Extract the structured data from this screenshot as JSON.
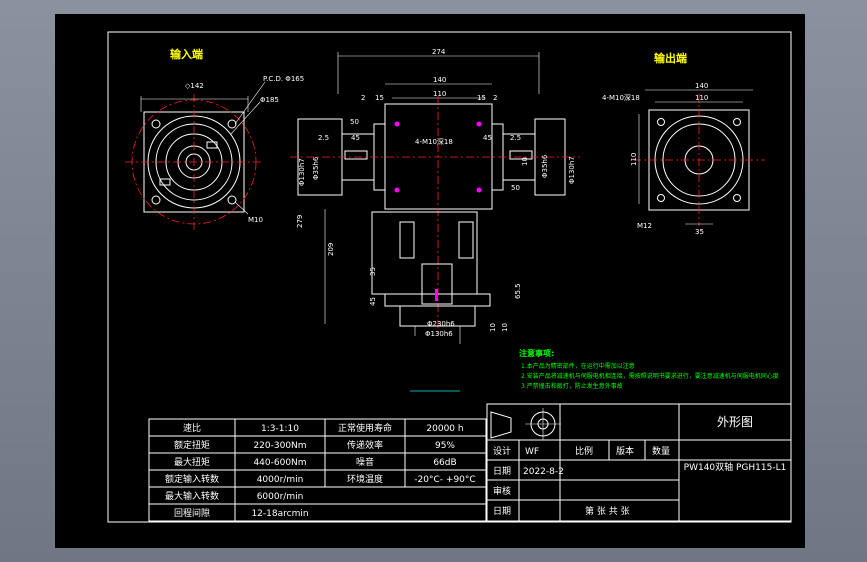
{
  "views": {
    "input_title": "输入端",
    "output_title": "输出端"
  },
  "dims": {
    "in_dia142": "◇142",
    "in_pcd": "P.C.D. Φ165",
    "in_d185": "Φ185",
    "in_m10": "M10",
    "top_274": "274",
    "top_140": "140",
    "top_110": "110",
    "top_25a": "2",
    "top_15a": "15",
    "top_25b": "2",
    "top_15b": "15",
    "mid_50a": "50",
    "mid_25a": "2.5",
    "mid_45a": "45",
    "mid_m10": "4-M10深18",
    "mid_45b": "45",
    "mid_25b": "2.5",
    "mid_50b": "50",
    "mid_d130a": "Φ130h7",
    "mid_d35a": "Φ35h6",
    "mid_d35b": "Φ35h6",
    "mid_d130b": "Φ130h7",
    "mid_10": "10",
    "side_279": "279",
    "side_209": "209",
    "side_35": "35",
    "side_45": "45",
    "side_655": "65.5",
    "side_10a": "10",
    "side_10b": "10",
    "bot_d205": "Φ230h6",
    "bot_d300": "Φ130h6",
    "out_m10": "4-M10深18",
    "out_140": "140",
    "out_110": "110",
    "out_110v": "110",
    "out_m12": "M12",
    "out_35": "35"
  },
  "notes": {
    "heading": "注意事项:",
    "items": [
      "1.本产品为精密部件，在运行中需加以注意",
      "2.安装产品将减速机与伺服电机相连接，需按照说明书要求进行，要注意减速机与伺服电机同心度",
      "3.严禁撞击和敲打，防止发生意外事故"
    ]
  },
  "spec_table": {
    "rows": [
      [
        "速比",
        "1:3-1:10",
        "正常使用寿命",
        "20000 h"
      ],
      [
        "额定扭矩",
        "220-300Nm",
        "传递效率",
        "95%"
      ],
      [
        "最大扭矩",
        "440-600Nm",
        "噪音",
        "66dB"
      ],
      [
        "额定输入转数",
        "4000r/min",
        "环境温度",
        "-20°C- +90°C"
      ],
      [
        "最大输入转数",
        "6000r/min",
        "",
        ""
      ],
      [
        "回程间隙",
        "12-18arcmin",
        "",
        ""
      ]
    ]
  },
  "title_block": {
    "drawing_title": "外形图",
    "design_label": "设计",
    "design_value": "WF",
    "scale_label": "比例",
    "version_label": "版本",
    "qty_label": "数量",
    "model": "PW140双轴 PGH115-L1",
    "date_label": "日期",
    "date_value": "2022-8-2",
    "check_label": "审核",
    "date2_label": "日期",
    "sheet_text": "第    张    共    张"
  }
}
